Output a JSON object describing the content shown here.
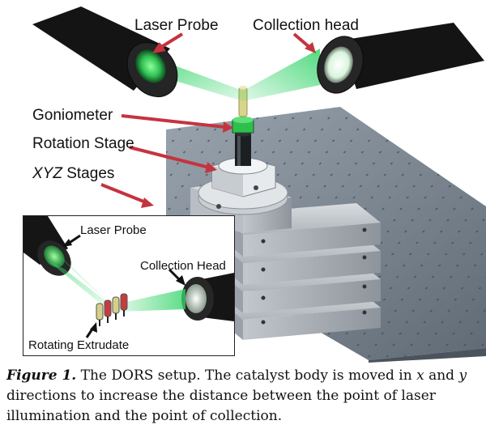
{
  "labels": {
    "laser_probe": "Laser Probe",
    "collection_head": "Collection head",
    "goniometer": "Goniometer",
    "rotation_stage": "Rotation Stage",
    "xyz_italic": "XYZ",
    "xyz_rest": " Stages"
  },
  "inset": {
    "laser_probe": "Laser Probe",
    "collection_head": "Collection Head",
    "rotating_extrudate": "Rotating Extrudate"
  },
  "caption": {
    "figure_label": "Figure 1.",
    "text_1": "  The DORS setup. The catalyst body is moved in ",
    "x": "x",
    "text_2": " and ",
    "y": "y",
    "text_3": " directions to increase the distance between the point of laser illumination and the point of collection."
  },
  "colors": {
    "arrow_red": "#c4343f",
    "laser_green": "#35d46a",
    "table_grey": "#7c8793"
  }
}
